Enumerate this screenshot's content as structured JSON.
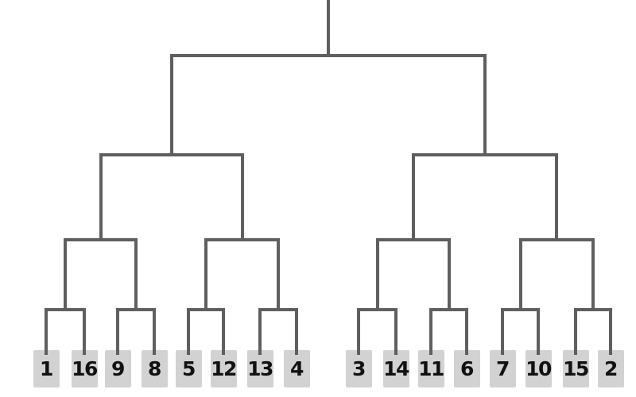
{
  "bracket": {
    "teams": 16,
    "rounds": 4,
    "seeds": [
      "1",
      "16",
      "9",
      "8",
      "5",
      "12",
      "13",
      "4",
      "3",
      "14",
      "11",
      "6",
      "7",
      "10",
      "15",
      "2"
    ],
    "first_round_matchups": [
      [
        "1",
        "16"
      ],
      [
        "9",
        "8"
      ],
      [
        "5",
        "12"
      ],
      [
        "13",
        "4"
      ],
      [
        "3",
        "14"
      ],
      [
        "11",
        "6"
      ],
      [
        "7",
        "10"
      ],
      [
        "15",
        "2"
      ]
    ],
    "colors": {
      "line": "#5f5f5f",
      "seed_box_bg": "#d2d2d2",
      "seed_text": "#111111",
      "background": "#ffffff"
    }
  }
}
